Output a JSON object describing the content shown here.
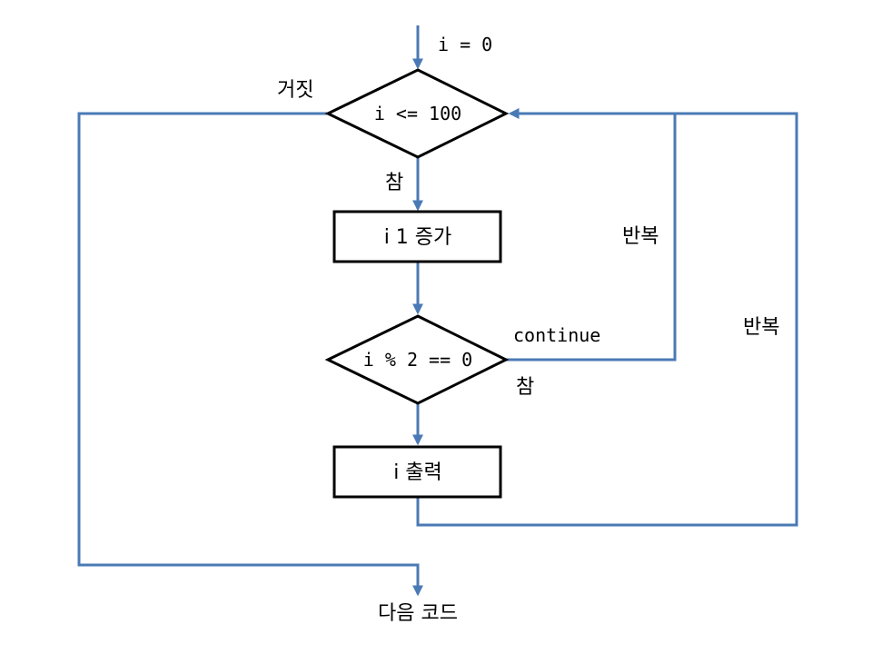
{
  "colors": {
    "edge": "#4a7ab5",
    "node_border": "#000000",
    "background": "#ffffff"
  },
  "nodes": {
    "init": "i = 0",
    "condition": "i <= 100",
    "increment": "i 1 증가",
    "modulo_check": "i % 2 == 0",
    "print": "i 출력",
    "next_code": "다음 코드"
  },
  "edge_labels": {
    "false": "거짓",
    "true_condition": "참",
    "continue": "continue",
    "true_modulo": "참",
    "repeat_inner": "반복",
    "repeat_outer": "반복"
  }
}
